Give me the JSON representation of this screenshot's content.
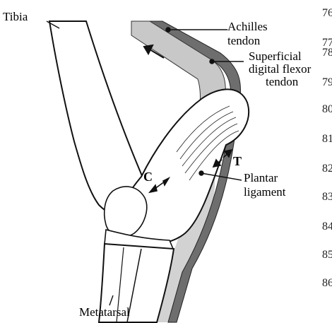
{
  "labels": {
    "tibia": "Tibia",
    "achilles_line1": "Achilles",
    "achilles_line2": "tendon",
    "sdf_line1": "Superficial",
    "sdf_line2": "digital flexor",
    "sdf_line3": "tendon",
    "plantar_line1": "Plantar",
    "plantar_line2": "ligament",
    "metatarsal": "Metatarsal",
    "compression": "C",
    "tension": "T"
  },
  "line_numbers": [
    "76",
    "77",
    "78",
    "79",
    "80",
    "81",
    "82",
    "83",
    "84",
    "85",
    "86"
  ],
  "colors": {
    "achilles_fill": "#c8c8c8",
    "sdf_fill": "#6e6e6e",
    "plantar_fill": "#d2d2d2",
    "bone_stroke": "#111111"
  }
}
